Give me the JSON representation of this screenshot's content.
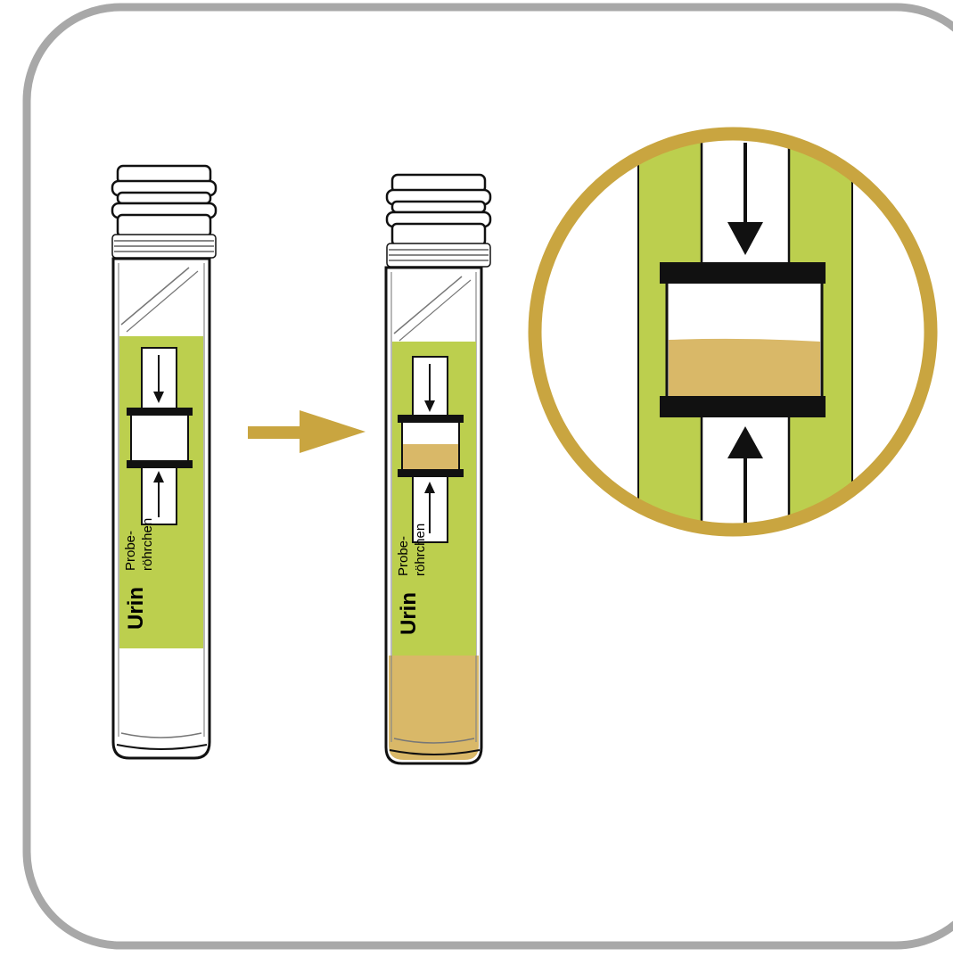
{
  "tube_label": {
    "title": "Urin",
    "subtitle_line1": "Probe-",
    "subtitle_line2": "röhrchen"
  },
  "illustration": {
    "tubes": [
      {
        "id": "empty",
        "fill_state": "empty"
      },
      {
        "id": "filled",
        "fill_state": "filled to marked window"
      }
    ],
    "step_arrow_icon": "arrow-right-icon",
    "zoom_circle_icon": "magnifier-detail"
  },
  "colors": {
    "frame": "#a8a8a8",
    "label_green": "#bccf4e",
    "urine": "#d9b868",
    "gold_accent": "#c9a540",
    "ink": "#000000"
  }
}
